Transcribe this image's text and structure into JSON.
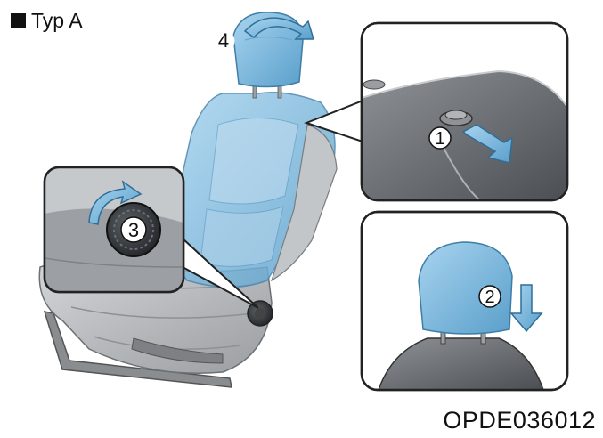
{
  "heading": "Typ A",
  "figure_code": "OPDE036012",
  "step_labels": [
    "1",
    "2",
    "3",
    "4"
  ],
  "colors": {
    "highlight_blue": "#4fa3d8",
    "highlight_blue_light": "#9fd0ef",
    "seat_grey": "#b9bcbf",
    "seat_dark": "#6e7276",
    "panel_border": "#222222"
  },
  "icons": {
    "step1": "push-arrow-icon",
    "step2": "down-arrow-icon",
    "step3": "rotate-knob-arrow-icon",
    "step4": "tilt-arrow-icon"
  }
}
